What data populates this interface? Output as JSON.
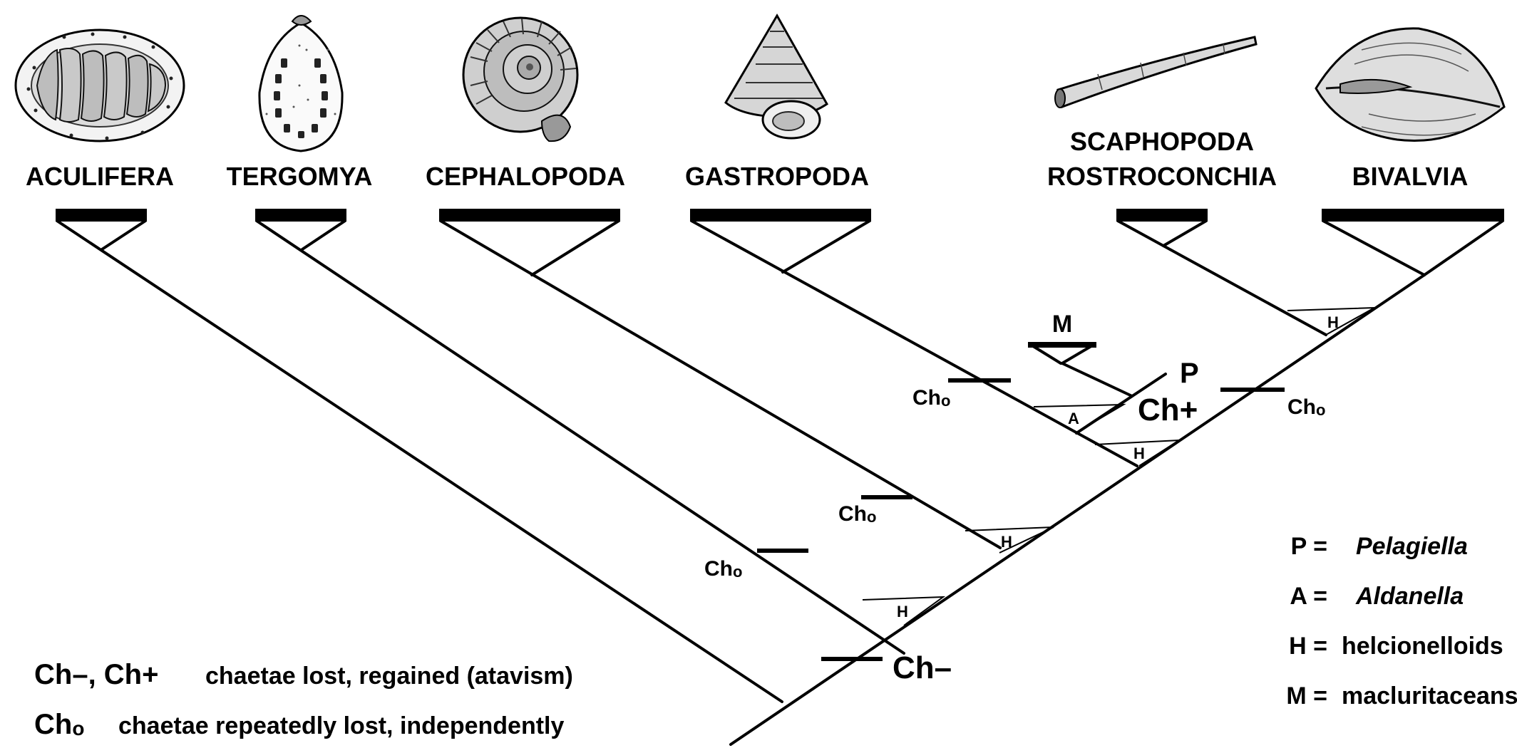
{
  "taxa": [
    {
      "label": "ACULIFERA",
      "illustration": "chiton-shell"
    },
    {
      "label": "TERGOMYA",
      "illustration": "monoplacophoran-shell"
    },
    {
      "label": "CEPHALOPODA",
      "illustration": "ammonite-shell"
    },
    {
      "label": "GASTROPODA",
      "illustration": "trochid-snail-shell"
    },
    {
      "label_line1": "SCAPHOPODA",
      "label_line2": "ROSTROCONCHIA",
      "illustration": "tusk-shell"
    },
    {
      "label": "BIVALVIA",
      "illustration": "clam-shell"
    }
  ],
  "branch_labels": {
    "M": "M",
    "P": "P",
    "ch_minus": "Ch–",
    "ch_plus": "Ch+",
    "ch_zero_main": "Ch",
    "ch_zero_sub": "o",
    "A": "A",
    "H": "H"
  },
  "legend_left": {
    "row1_code": "Ch–, Ch+",
    "row1_text": "chaetae lost, regained (atavism)",
    "row2_code_main": "Ch",
    "row2_code_sub": "o",
    "row2_text": "chaetae repeatedly lost, independently"
  },
  "legend_right": [
    {
      "key": "P =",
      "value": "Pelagiella",
      "italic": true
    },
    {
      "key": "A =",
      "value": "Aldanella",
      "italic": true
    },
    {
      "key": "H =",
      "value": "helcionelloids",
      "italic": false
    },
    {
      "key": "M =",
      "value": "macluritaceans",
      "italic": false
    }
  ]
}
